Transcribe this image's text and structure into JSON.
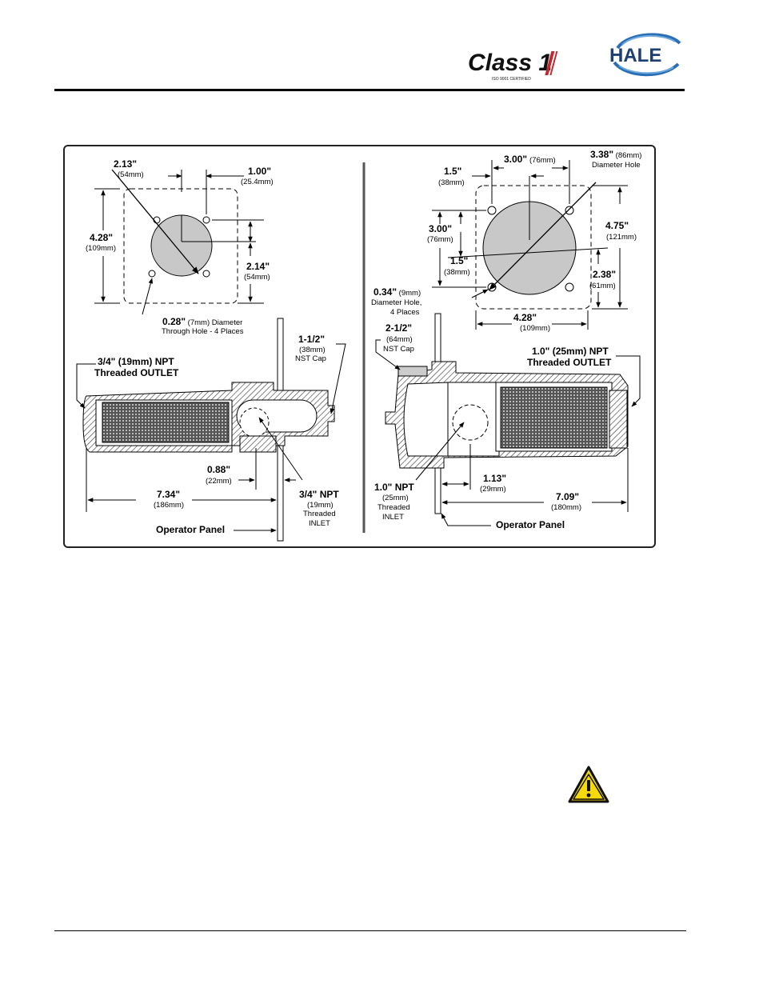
{
  "header": {
    "class1_logo": {
      "text": "Class 1",
      "tagline": "ISO 9001 CERTIFIED"
    },
    "hale_logo": {
      "text": "HALE"
    }
  },
  "diagram": {
    "left": {
      "d1": "2.13\"",
      "d1mm": "(54mm)",
      "d2": "1.00\"",
      "d2mm": "(25.4mm)",
      "d3": "4.28\"",
      "d3mm": "(109mm)",
      "d4": "2.14\"",
      "d4mm": "(54mm)",
      "hole_main": "0.28\"",
      "hole_mm": " (7mm) Diameter",
      "hole_sub": "Through Hole - 4 Places",
      "cap": "1-1/2\"",
      "cap_mm": "(38mm)",
      "cap_type": "NST Cap",
      "outlet_1": "3/4\" (19mm) NPT",
      "outlet_2": "Threaded OUTLET",
      "d5": "0.88\"",
      "d5mm": "(22mm)",
      "d6": "7.34\"",
      "d6mm": "(186mm)",
      "inlet_1": "3/4\" NPT",
      "inlet_2": "(19mm)",
      "inlet_3": "Threaded",
      "inlet_4": "INLET",
      "panel": "Operator Panel"
    },
    "right": {
      "d1": "3.00\"",
      "d1mm": "(76mm)",
      "hole_big": "3.38\"",
      "hole_big_mm": " (86mm)",
      "hole_big_sub": "Diameter Hole",
      "d2": "1.5\"",
      "d2mm": "(38mm)",
      "d3": "3.00\"",
      "d3mm": "(76mm)",
      "d4": "1.5\"",
      "d4mm": "(38mm)",
      "d5": "4.75\"",
      "d5mm": "(121mm)",
      "d6": "2.38\"",
      "d6mm": "(61mm)",
      "hole_small_1": "0.34\"",
      "hole_small_mm": " (9mm)",
      "hole_small_2": "Diameter Hole,",
      "hole_small_3": "4 Places",
      "d7": "4.28\"",
      "d7mm": "(109mm)",
      "cap": "2-1/2\"",
      "cap_mm": "(64mm)",
      "cap_type": "NST Cap",
      "outlet_1": "1.0\" (25mm) NPT",
      "outlet_2": "Threaded OUTLET",
      "inlet_1": "1.0\" NPT",
      "inlet_2": "(25mm)",
      "inlet_3": "Threaded",
      "inlet_4": "INLET",
      "d8": "1.13\"",
      "d8mm": "(29mm)",
      "d9": "7.09\"",
      "d9mm": "(180mm)",
      "panel": "Operator Panel"
    }
  }
}
